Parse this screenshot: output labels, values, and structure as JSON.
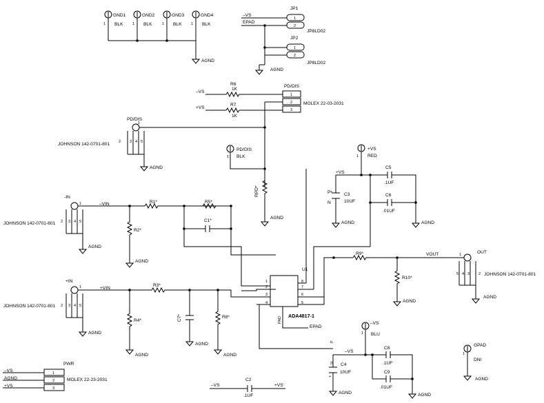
{
  "ground_labels": {
    "gnd1": "GND1",
    "gnd2": "GND2",
    "gnd3": "GND3",
    "gnd4": "GND4",
    "blk": "BLK",
    "pin1": "1"
  },
  "jumpers": {
    "jp1": "JP1",
    "jp2": "JP2",
    "jp8ld02": "JP8LD02",
    "pin1": "1",
    "pin2": "2"
  },
  "pd_dis": {
    "title": "PD/DIS",
    "molex": "MOLEX 22-03-2031",
    "pins": [
      "1",
      "2",
      "3"
    ],
    "test_point": "PD/DIS",
    "test_point_color": "BLK",
    "rpd": "RPD*"
  },
  "nets": {
    "neg_vs": "–VS",
    "pos_vs": "+VS",
    "epad": "EPAD",
    "agnd": "AGND",
    "neg_vin": "–VIN",
    "pos_vin": "+VIN",
    "vout": "VOUT"
  },
  "resistors": {
    "r1": "R1*",
    "r2": "R2*",
    "r3": "R3*",
    "r4": "R4*",
    "r6": "R6",
    "r6k": "1K",
    "r7": "R7",
    "r7k": "1K",
    "r5": "R5*",
    "r8": "R8*",
    "r9": "R9*",
    "r10": "R10*"
  },
  "capacitors": {
    "c1": "C1*",
    "c7": "C7*",
    "c3": "C3",
    "c3v": "10UF",
    "c5": "C5",
    "c5v": ".1UF",
    "c6": "C6",
    "c6v": ".01UF",
    "c4": "C4",
    "c4v": "10UF",
    "c8": "C8",
    "c8v": ".1UF",
    "c9": "C9",
    "c9v": ".01UF",
    "c2": "C2",
    "c2v": ".1UF",
    "pol_p": "P",
    "pol_n": "N"
  },
  "connectors": {
    "johnson": "JOHNSON 142-0701-801",
    "in_neg": "-IN",
    "in_pos": "+IN",
    "out": "OUT",
    "sma_pins": [
      "2",
      "3",
      "4",
      "5"
    ]
  },
  "test_points": {
    "pos_vs": "+VS",
    "red": "RED",
    "neg_vs": "–VS",
    "blu": "BLU",
    "gpad": "GPAD",
    "dni": "DNI"
  },
  "ic": {
    "ref": "U1",
    "part": "ADA4817-1",
    "pad": "PAD",
    "pins_left": [
      "1",
      "2",
      "3",
      "4"
    ],
    "pins_right": [
      "8",
      "7",
      "6",
      "5"
    ]
  },
  "power": {
    "label": "PWR",
    "molex": "MOLEX 22-23-2031",
    "pins": [
      "1",
      "2",
      "3"
    ]
  }
}
